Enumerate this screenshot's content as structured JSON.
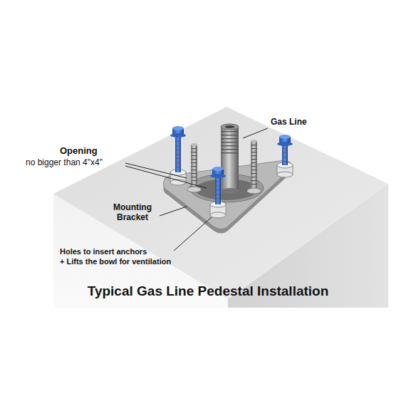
{
  "diagram": {
    "title": "Typical Gas Line Pedestal Installation",
    "labels": [
      "Gas Line",
      "Opening",
      "no bigger than 4\"x4\"",
      "Mounting Bracket",
      "Holes to insert anchors",
      "+ Lifts the bowl for ventilation"
    ]
  }
}
